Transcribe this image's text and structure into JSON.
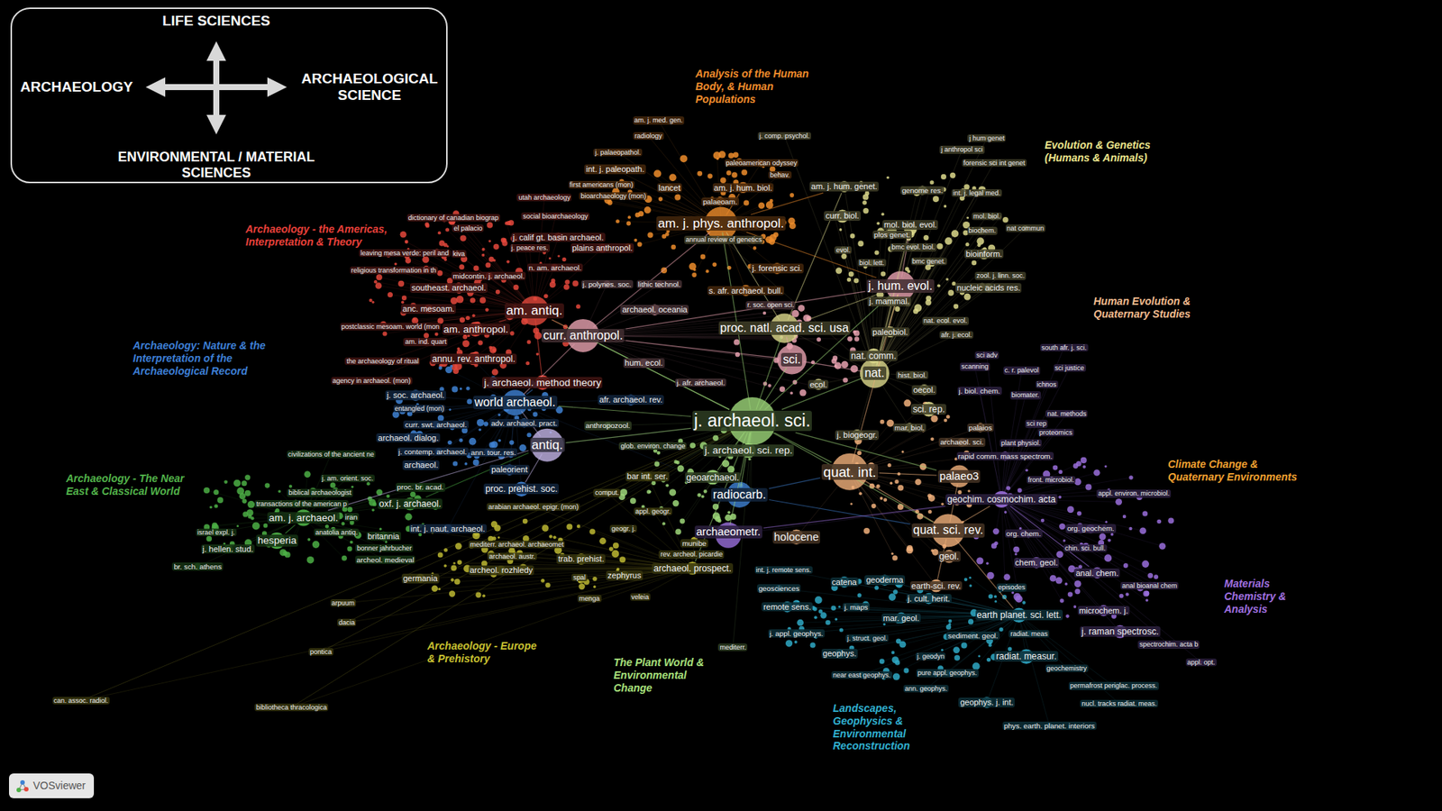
{
  "diagram": {
    "nodes": [
      {
        "text": [
          "LIFE SCIENCES",
          "ARCHAEOLOGY",
          "ARCHAEOLOGICAL SCIENCE",
          "ENVIRONMENTAL / MATERIAL SCIENCES"
        ]
      },
      {
        "text": [
          "am. j. med. gen."
        ]
      },
      {
        "text": [
          "radiology"
        ]
      },
      {
        "text": [
          "j. comp. psychol."
        ]
      },
      {
        "text": [
          "j. palaeopathol."
        ]
      },
      {
        "text": [
          "paleoamerican odyssey"
        ]
      },
      {
        "text": [
          "int. j. paleopath."
        ]
      },
      {
        "text": [
          "behav."
        ]
      },
      {
        "text": [
          "first americans (mon)"
        ]
      },
      {
        "text": [
          "lancet"
        ]
      },
      {
        "text": [
          "am. j. hum. biol."
        ]
      },
      {
        "text": [
          "bioarchaeology (mon)"
        ]
      },
      {
        "text": [
          "palaeoam."
        ]
      },
      {
        "text": [
          "utah archaeology"
        ]
      },
      {
        "text": [
          "social bioarchaeology"
        ]
      },
      {
        "text": [
          "dictionary of canadian biograp"
        ]
      },
      {
        "text": [
          "am. j. phys. anthropol."
        ]
      },
      {
        "text": [
          "el palacio"
        ]
      },
      {
        "text": [
          "j. calif gt. basin archaeol."
        ]
      },
      {
        "text": [
          "annual review of genetics"
        ]
      },
      {
        "text": [
          "leaving mesa verde: peril and"
        ]
      },
      {
        "text": [
          "j. peace res."
        ]
      },
      {
        "text": [
          "plains anthropol."
        ]
      },
      {
        "text": [
          "kiva"
        ]
      },
      {
        "text": [
          "n. am. archaeol."
        ]
      },
      {
        "text": [
          "j. forensic sci."
        ]
      },
      {
        "text": [
          "religious transformation in th"
        ]
      },
      {
        "text": [
          "midcontin. j. archaeol."
        ]
      },
      {
        "text": [
          "j. polynes. soc."
        ]
      },
      {
        "text": [
          "lithic technol."
        ]
      },
      {
        "text": [
          "southeast. archaeol."
        ]
      },
      {
        "text": [
          "s. afr. archaeol. bull."
        ]
      },
      {
        "text": [
          "r. soc. open sci."
        ]
      },
      {
        "text": [
          "archaeol. oceania"
        ]
      },
      {
        "text": [
          "anc. mesoam."
        ]
      },
      {
        "text": [
          "am. antiq."
        ]
      },
      {
        "text": [
          "postclassic mesoam. world (mon"
        ]
      },
      {
        "text": [
          "proc. natl. acad. sci. usa"
        ]
      },
      {
        "text": [
          "am. anthropol."
        ]
      },
      {
        "text": [
          "curr. anthropol."
        ]
      },
      {
        "text": [
          "am. ind. quart"
        ]
      },
      {
        "text": [
          "sci."
        ]
      },
      {
        "text": [
          "annu. rev. anthropol."
        ]
      },
      {
        "text": [
          "the archaeology of ritual"
        ]
      },
      {
        "text": [
          "hum. ecol."
        ]
      },
      {
        "text": [
          "nat."
        ]
      },
      {
        "text": [
          "j. archaeol. method theory"
        ]
      },
      {
        "text": [
          "agency in archaeol. (mon)"
        ]
      },
      {
        "text": [
          "j. afr. archaeol."
        ]
      },
      {
        "text": [
          "afr. archaeol. rev."
        ]
      },
      {
        "text": [
          "j. soc. archaeol."
        ]
      },
      {
        "text": [
          "world archaeol."
        ]
      },
      {
        "text": [
          "entangled (mon)"
        ]
      },
      {
        "text": [
          "curr. swt. archaeol."
        ]
      },
      {
        "text": [
          "adv. archaeol. pract."
        ]
      },
      {
        "text": [
          "anthropozool."
        ]
      },
      {
        "text": [
          "j. archaeol. sci."
        ]
      },
      {
        "text": [
          "archaeol. dialog."
        ]
      },
      {
        "text": [
          "antiq."
        ]
      },
      {
        "text": [
          "glob. environ. change"
        ]
      },
      {
        "text": [
          "j. contemp. archaeol."
        ]
      },
      {
        "text": [
          "ann. tour. res."
        ]
      },
      {
        "text": [
          "j. archaeol. sci. rep."
        ]
      },
      {
        "text": [
          "civilizations of the ancient ne"
        ]
      },
      {
        "text": [
          "archaeol."
        ]
      },
      {
        "text": [
          "paleorient"
        ]
      },
      {
        "text": [
          "quat. int."
        ]
      },
      {
        "text": [
          "palaeo3"
        ]
      },
      {
        "text": [
          "bar int. ser."
        ]
      },
      {
        "text": [
          "geoarchaeol."
        ]
      },
      {
        "text": [
          "j. am. orient. soc."
        ]
      },
      {
        "text": [
          "proc. br. acad."
        ]
      },
      {
        "text": [
          "proc. prehist. soc."
        ]
      },
      {
        "text": [
          "comput."
        ]
      },
      {
        "text": [
          "biblical archaeologist"
        ]
      },
      {
        "text": [
          "radiocarb."
        ]
      },
      {
        "text": [
          "geochim. cosmochim. acta"
        ]
      },
      {
        "text": [
          "transactions of the american p"
        ]
      },
      {
        "text": [
          "oxf. j. archaeol."
        ]
      },
      {
        "text": [
          "arabian archaeol. epigr. (mon)"
        ]
      },
      {
        "text": [
          "appl. geogr."
        ]
      },
      {
        "text": [
          "am. j. archaeol."
        ]
      },
      {
        "text": [
          "iran"
        ]
      },
      {
        "text": [
          "int. j. naut. archaeol."
        ]
      },
      {
        "text": [
          "geogr. j."
        ]
      },
      {
        "text": [
          "quat. sci. rev."
        ]
      },
      {
        "text": [
          "org. chem."
        ]
      },
      {
        "text": [
          "org. geochem."
        ]
      },
      {
        "text": [
          "israel expl. j."
        ]
      },
      {
        "text": [
          "anatolia antiq."
        ]
      },
      {
        "text": [
          "archaeometr."
        ]
      },
      {
        "text": [
          "holocene"
        ]
      },
      {
        "text": [
          "britannia"
        ]
      },
      {
        "text": [
          "hesperia"
        ]
      },
      {
        "text": [
          "munibe"
        ]
      },
      {
        "text": [
          "mediterr. archaeol. archaeomet"
        ]
      },
      {
        "text": [
          "chin. sci. bull."
        ]
      },
      {
        "text": [
          "bonner jahrbucher"
        ]
      },
      {
        "text": [
          "j. hellen. stud."
        ]
      },
      {
        "text": [
          "rev. archeol. picardie"
        ]
      },
      {
        "text": [
          "archaeol. austr."
        ]
      },
      {
        "text": [
          "geol."
        ]
      },
      {
        "text": [
          "trab. prehist."
        ]
      },
      {
        "text": [
          "archeol. medieval"
        ]
      },
      {
        "text": [
          "chem. geol."
        ]
      },
      {
        "text": [
          "br. sch. athens"
        ]
      },
      {
        "text": [
          "archaeol. prospect."
        ]
      },
      {
        "text": [
          "int. j. remote sens."
        ]
      },
      {
        "text": [
          "archeol. rozhledy"
        ]
      },
      {
        "text": [
          "anal. chem."
        ]
      },
      {
        "text": [
          "zephyrus"
        ]
      },
      {
        "text": [
          "germania"
        ]
      },
      {
        "text": [
          "spal"
        ]
      },
      {
        "text": [
          "catena"
        ]
      },
      {
        "text": [
          "geoderma"
        ]
      },
      {
        "text": [
          "earth-sci. rev."
        ]
      },
      {
        "text": [
          "anal bioanal chem"
        ]
      },
      {
        "text": [
          "episodes"
        ]
      },
      {
        "text": [
          "geosciences"
        ]
      },
      {
        "text": [
          "menga"
        ]
      },
      {
        "text": [
          "veleia"
        ]
      },
      {
        "text": [
          "j. cult. herit."
        ]
      },
      {
        "text": [
          "arpuum"
        ]
      },
      {
        "text": [
          "remote sens."
        ]
      },
      {
        "text": [
          "j. maps"
        ]
      },
      {
        "text": [
          "microchem. j."
        ]
      },
      {
        "text": [
          "earth planet. sci. lett."
        ]
      },
      {
        "text": [
          "mar. geol."
        ]
      },
      {
        "text": [
          "dacia"
        ]
      },
      {
        "text": [
          "j. raman spectrosc."
        ]
      },
      {
        "text": [
          "j. appl. geophys."
        ]
      },
      {
        "text": [
          "radiat. meas"
        ]
      },
      {
        "text": [
          "sediment. geol."
        ]
      },
      {
        "text": [
          "j. struct. geol."
        ]
      },
      {
        "text": [
          "spectrochim. acta b"
        ]
      },
      {
        "text": [
          "mediterr."
        ]
      },
      {
        "text": [
          "pontica"
        ]
      },
      {
        "text": [
          "geophys."
        ]
      },
      {
        "text": [
          "radiat. measur."
        ]
      },
      {
        "text": [
          "j. geodyn"
        ]
      },
      {
        "text": [
          "appl. opt."
        ]
      },
      {
        "text": [
          "geochemistry"
        ]
      },
      {
        "text": [
          "pure appl. geophys."
        ]
      },
      {
        "text": [
          "near east geophys."
        ]
      },
      {
        "text": [
          "permafrost periglac. process."
        ]
      },
      {
        "text": [
          "ann. geophys."
        ]
      },
      {
        "text": [
          "can. assoc. radiol."
        ]
      },
      {
        "text": [
          "geophys. j. int."
        ]
      },
      {
        "text": [
          "nucl. tracks radiat. meas."
        ]
      },
      {
        "text": [
          "bibliotheca thracologica"
        ]
      },
      {
        "text": [
          "phys. earth. planet. interiors"
        ]
      },
      {
        "text": [
          "j hum genet"
        ]
      },
      {
        "text": [
          "j anthropol sci"
        ]
      },
      {
        "text": [
          "forensic sci int genet"
        ]
      },
      {
        "text": [
          "am. j. hum. genet."
        ]
      },
      {
        "text": [
          "genome res."
        ]
      },
      {
        "text": [
          "int. j. legal med."
        ]
      },
      {
        "text": [
          "curr. biol."
        ]
      },
      {
        "text": [
          "mol. biol."
        ]
      },
      {
        "text": [
          "mol. biol. evol."
        ]
      },
      {
        "text": [
          "plos genet."
        ]
      },
      {
        "text": [
          "biochem."
        ]
      },
      {
        "text": [
          "nat commun"
        ]
      },
      {
        "text": [
          "bmc evol. biol."
        ]
      },
      {
        "text": [
          "evol."
        ]
      },
      {
        "text": [
          "bioinform."
        ]
      },
      {
        "text": [
          "bmc genet."
        ]
      },
      {
        "text": [
          "biol. lett."
        ]
      },
      {
        "text": [
          "zool. j. linn. soc."
        ]
      },
      {
        "text": [
          "j. hum. evol."
        ]
      },
      {
        "text": [
          "nucleic acids res."
        ]
      },
      {
        "text": [
          "j. mammal."
        ]
      },
      {
        "text": [
          "nat. ecol. evol."
        ]
      },
      {
        "text": [
          "paleobiol."
        ]
      },
      {
        "text": [
          "afr. j. ecol."
        ]
      },
      {
        "text": [
          "south afr. j. sci."
        ]
      },
      {
        "text": [
          "sci adv"
        ]
      },
      {
        "text": [
          "nat. comm."
        ]
      },
      {
        "text": [
          "c. r. palevol"
        ]
      },
      {
        "text": [
          "sci justice"
        ]
      },
      {
        "text": [
          "scanning"
        ]
      },
      {
        "text": [
          "hist. biol."
        ]
      },
      {
        "text": [
          "ecol."
        ]
      },
      {
        "text": [
          "ichnos"
        ]
      },
      {
        "text": [
          "oecol."
        ]
      },
      {
        "text": [
          "j. biol. chem."
        ]
      },
      {
        "text": [
          "biomater."
        ]
      },
      {
        "text": [
          "sci. rep."
        ]
      },
      {
        "text": [
          "nat. methods"
        ]
      },
      {
        "text": [
          "sci rep"
        ]
      },
      {
        "text": [
          "palaios"
        ]
      },
      {
        "text": [
          "mar. biol."
        ]
      },
      {
        "text": [
          "proteomics"
        ]
      },
      {
        "text": [
          "j. biogeogr."
        ]
      },
      {
        "text": [
          "archaeol. sci."
        ]
      },
      {
        "text": [
          "plant physiol."
        ]
      },
      {
        "text": [
          "rapid comm. mass spectrom."
        ]
      },
      {
        "text": [
          "front. microbiol."
        ]
      },
      {
        "text": [
          "appl. environ. microbiol."
        ]
      },
      {
        "text": [
          "VOSviewer"
        ]
      }
    ],
    "edges": [
      {
        "from": 56,
        "to": 16,
        "arrow": "none"
      },
      {
        "from": 56,
        "to": 35,
        "arrow": "none"
      },
      {
        "from": 56,
        "to": 39,
        "arrow": "none"
      },
      {
        "from": 56,
        "to": 41,
        "arrow": "none"
      },
      {
        "from": 56,
        "to": 45,
        "arrow": "none"
      },
      {
        "from": 56,
        "to": 37,
        "arrow": "none"
      },
      {
        "from": 56,
        "to": 66,
        "arrow": "none"
      },
      {
        "from": 56,
        "to": 85,
        "arrow": "none"
      },
      {
        "from": 56,
        "to": 75,
        "arrow": "none"
      },
      {
        "from": 56,
        "to": 90,
        "arrow": "none"
      },
      {
        "from": 56,
        "to": 58,
        "arrow": "none"
      },
      {
        "from": 56,
        "to": 51,
        "arrow": "none"
      },
      {
        "from": 56,
        "to": 62,
        "arrow": "none"
      },
      {
        "from": 56,
        "to": 69,
        "arrow": "none"
      },
      {
        "from": 56,
        "to": 169,
        "arrow": "none"
      },
      {
        "from": 56,
        "to": 67,
        "arrow": "none"
      },
      {
        "from": 56,
        "to": 106,
        "arrow": "none"
      },
      {
        "from": 35,
        "to": 39,
        "arrow": "none"
      },
      {
        "from": 35,
        "to": 38,
        "arrow": "none"
      },
      {
        "from": 35,
        "to": 46,
        "arrow": "none"
      },
      {
        "from": 39,
        "to": 51,
        "arrow": "none"
      },
      {
        "from": 39,
        "to": 16,
        "arrow": "none"
      },
      {
        "from": 39,
        "to": 169,
        "arrow": "none"
      },
      {
        "from": 39,
        "to": 41,
        "arrow": "none"
      },
      {
        "from": 41,
        "to": 45,
        "arrow": "none"
      },
      {
        "from": 41,
        "to": 37,
        "arrow": "none"
      },
      {
        "from": 37,
        "to": 169,
        "arrow": "none"
      },
      {
        "from": 37,
        "to": 16,
        "arrow": "none"
      },
      {
        "from": 45,
        "to": 169,
        "arrow": "none"
      },
      {
        "from": 66,
        "to": 85,
        "arrow": "none"
      },
      {
        "from": 66,
        "to": 67,
        "arrow": "none"
      },
      {
        "from": 66,
        "to": 169,
        "arrow": "none"
      },
      {
        "from": 85,
        "to": 67,
        "arrow": "none"
      },
      {
        "from": 85,
        "to": 76,
        "arrow": "none"
      },
      {
        "from": 85,
        "to": 126,
        "arrow": "none"
      },
      {
        "from": 75,
        "to": 66,
        "arrow": "none"
      },
      {
        "from": 75,
        "to": 85,
        "arrow": "none"
      },
      {
        "from": 90,
        "to": 76,
        "arrow": "none"
      },
      {
        "from": 58,
        "to": 51,
        "arrow": "none"
      },
      {
        "from": 58,
        "to": 72,
        "arrow": "none"
      },
      {
        "from": 58,
        "to": 81,
        "arrow": "none"
      },
      {
        "from": 16,
        "to": 169,
        "arrow": "none"
      },
      {
        "from": 16,
        "to": 10,
        "arrow": "none"
      },
      {
        "from": 16,
        "to": 154,
        "arrow": "none"
      },
      {
        "from": 169,
        "to": 159,
        "arrow": "none"
      },
      {
        "from": 45,
        "to": 159,
        "arrow": "none"
      },
      {
        "from": 37,
        "to": 154,
        "arrow": "none"
      },
      {
        "from": 51,
        "to": 46,
        "arrow": "none"
      },
      {
        "from": 78,
        "to": 58,
        "arrow": "none"
      },
      {
        "from": 93,
        "to": 81,
        "arrow": "none"
      },
      {
        "from": 85,
        "to": 115,
        "arrow": "none"
      },
      {
        "from": 76,
        "to": 109,
        "arrow": "none"
      }
    ],
    "labels": [
      "Analysis of the Human Body, & Human Populations",
      "Evolution & Genetics (Humans & Animals)",
      "Archaeology - the Americas, Interpretation & Theory",
      "Human Evolution & Quaternary Studies",
      "Archaeology: Nature & the Interpretation of the Archaeological Record",
      "Climate Change & Quaternary Environments",
      "Archaeology - The Near East & Classical World",
      "Materials Chemistry & Analysis",
      "Archaeology - Europe & Prehistory",
      "The Plant World & Environmental Change",
      "Landscapes, Geophysics & Environmental Reconstruction"
    ]
  }
}
